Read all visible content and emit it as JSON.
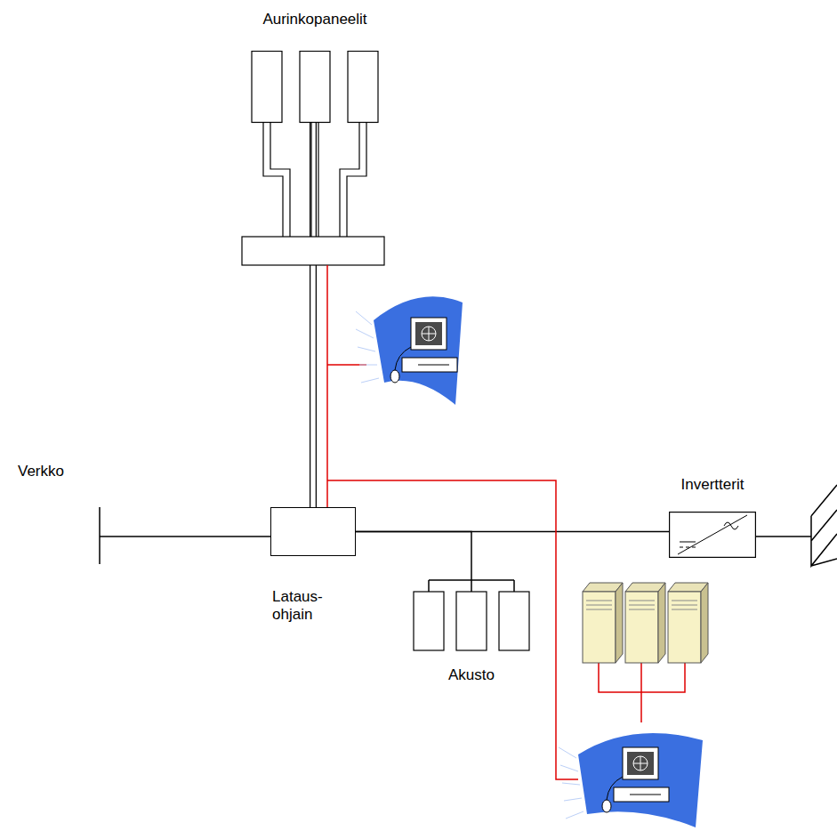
{
  "diagram": {
    "nodes": [
      {
        "text": [
          "Aurinkopaneelit"
        ]
      },
      {
        "text": [
          "Lataus- ohjain"
        ]
      },
      {
        "text": [
          "Akusto"
        ]
      },
      {
        "text": [
          "Invertterit"
        ]
      }
    ],
    "edges": [
      {
        "from": 0,
        "to": 1,
        "arrow": "none"
      },
      {
        "from": 1,
        "to": 2,
        "arrow": "none"
      },
      {
        "from": 1,
        "to": 3,
        "arrow": "none"
      }
    ],
    "labels": [
      "Verkko"
    ]
  }
}
